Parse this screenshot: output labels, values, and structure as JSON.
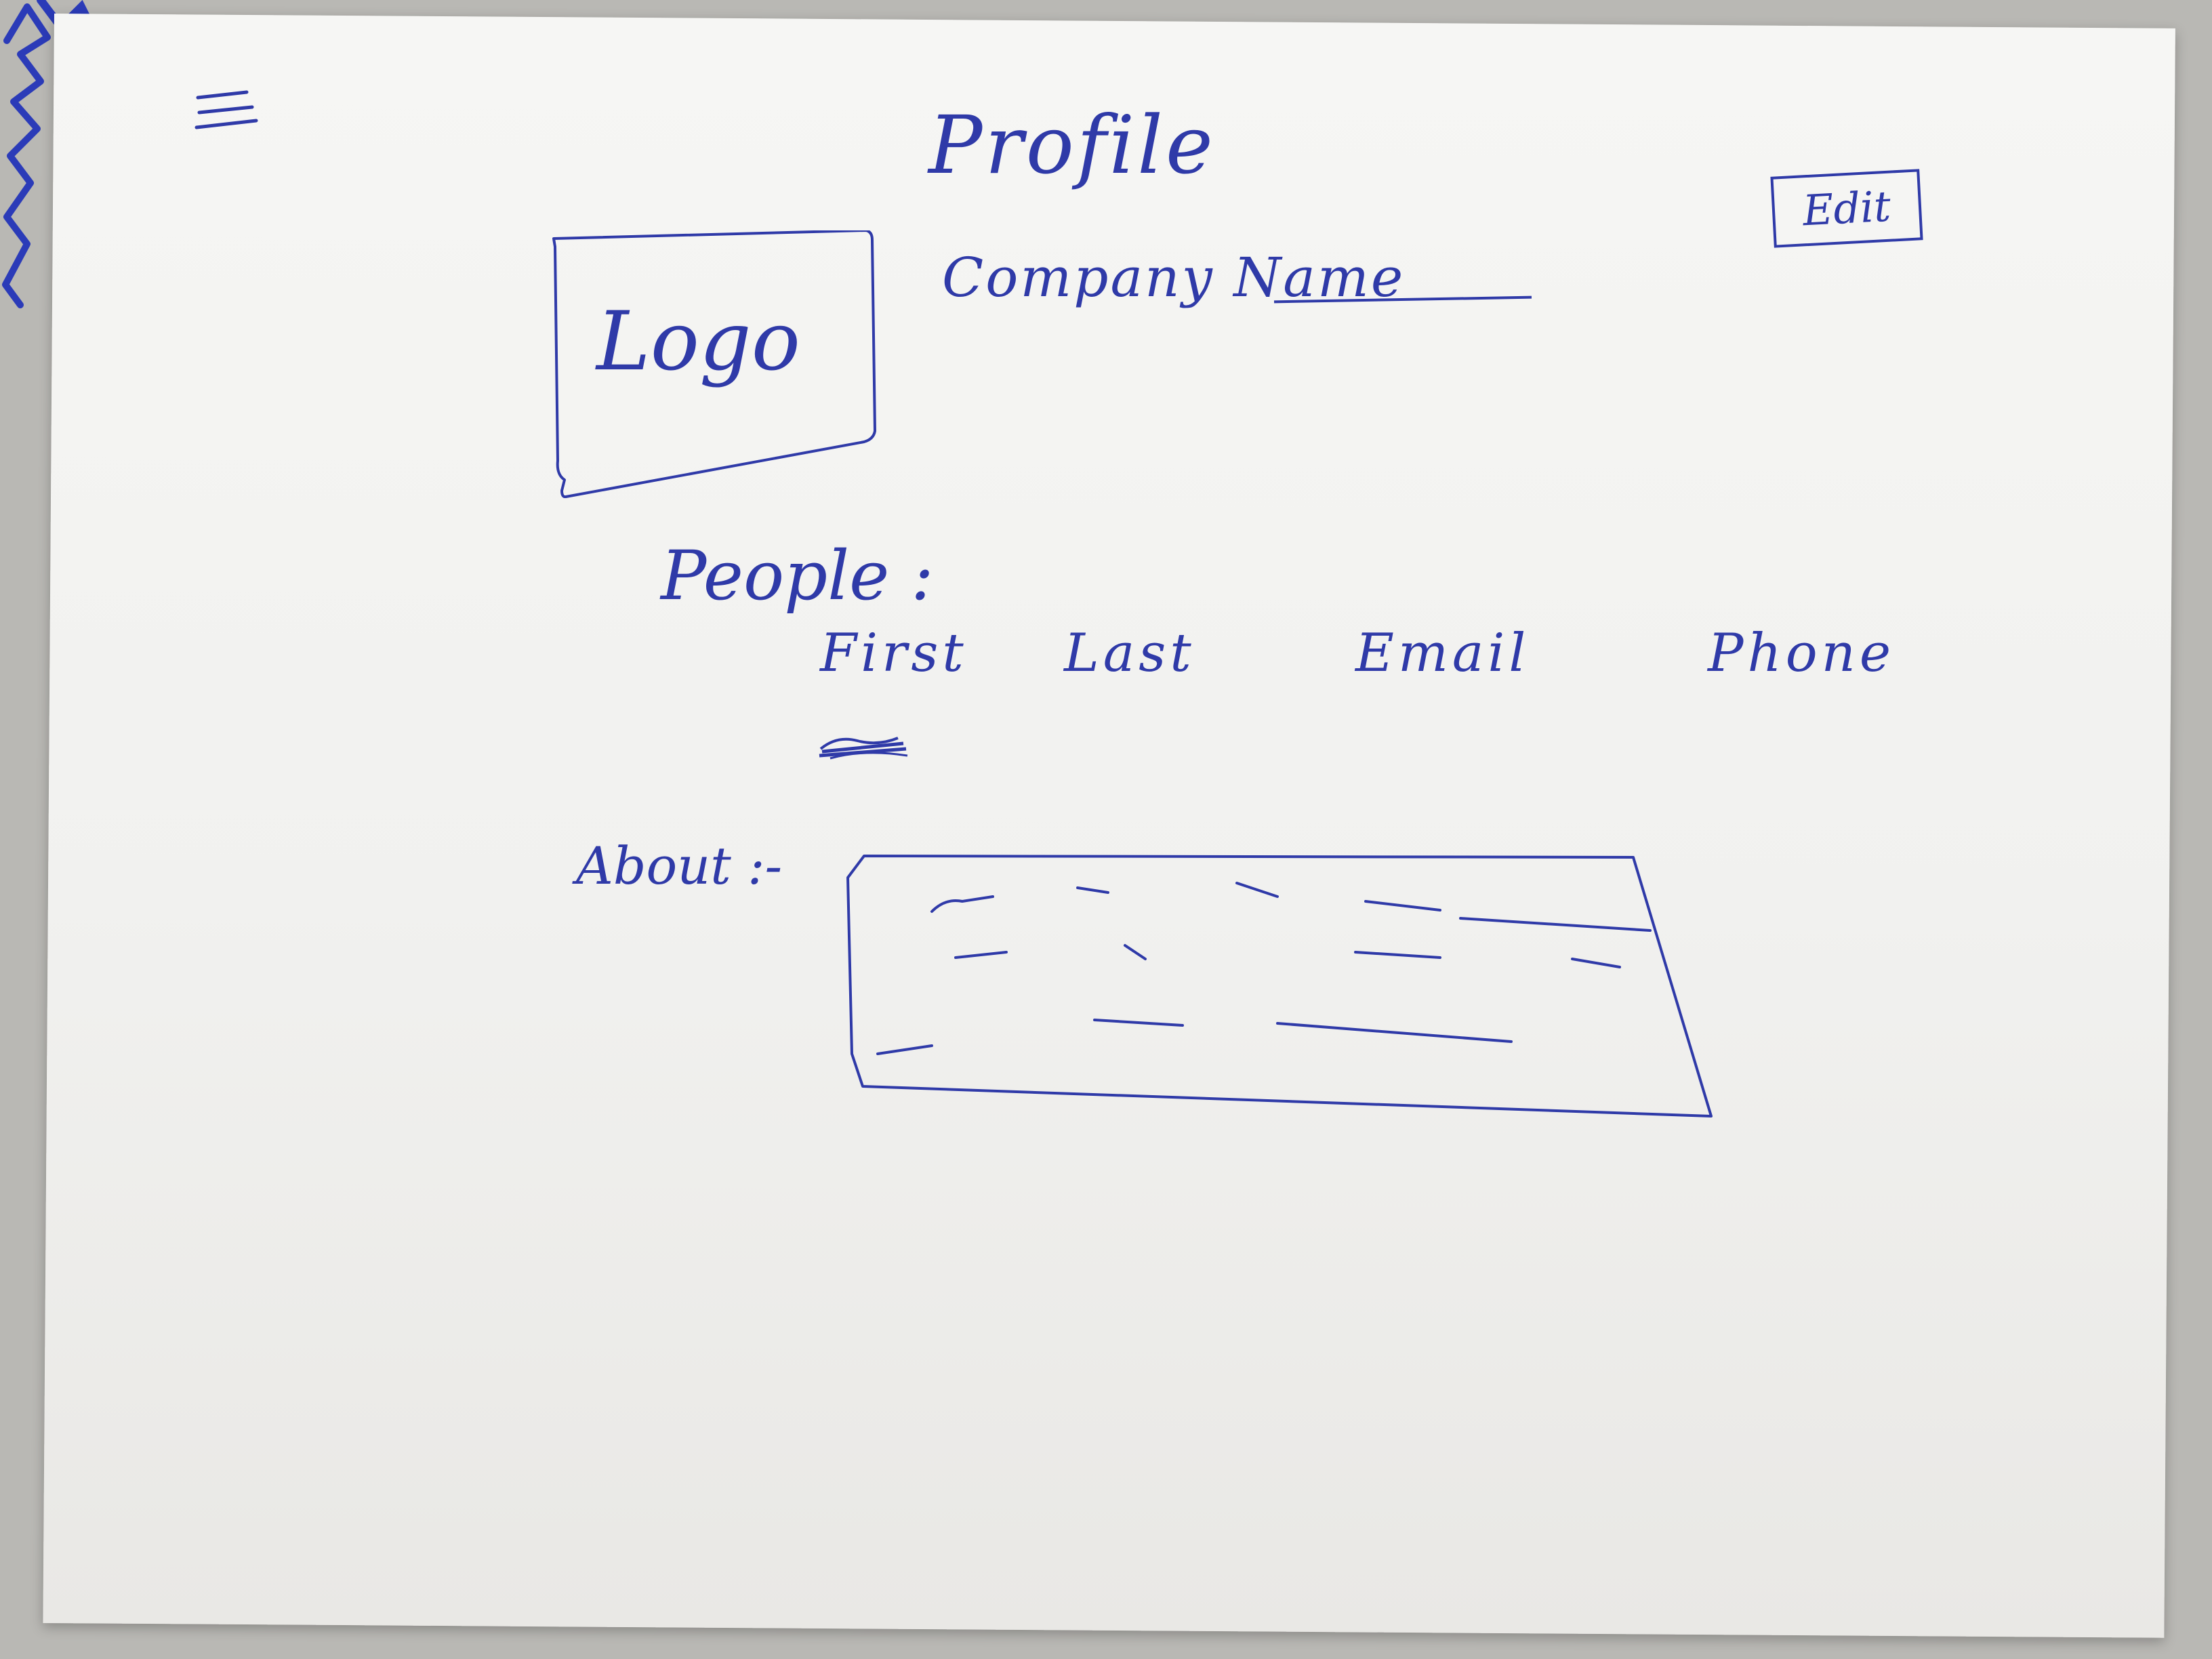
{
  "screen": {
    "menu_icon": "hamburger-menu-icon",
    "title": "Profile",
    "edit_button": "Edit",
    "logo_placeholder": "Logo",
    "company_name": "Company Name",
    "people": {
      "label": "People :",
      "columns": [
        "First",
        "Last",
        "Email",
        "Phone"
      ]
    },
    "about": {
      "label": "About :-"
    }
  },
  "colors": {
    "ink": "#2f3aa8",
    "paper": "#f3f3f1",
    "background": "#b9b8b4"
  }
}
